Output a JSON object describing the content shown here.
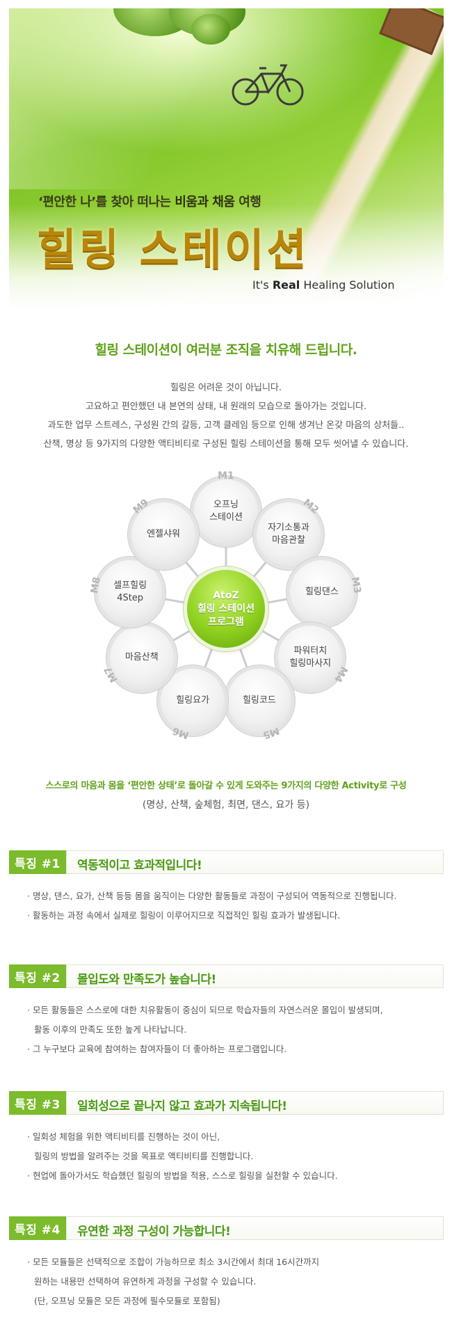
{
  "hero": {
    "subtitle_pre": "‘편안한 나’를 찾아 떠나는 ",
    "subtitle_bold": "비움과 채움",
    "subtitle_post": " 여행",
    "title": "힐링 스테이션",
    "tagline_pre": "It's ",
    "tagline_bold": "Real",
    "tagline_post": " Healing Solution"
  },
  "intro": {
    "title": "힐링 스테이션이 여러분 조직을 치유해 드립니다.",
    "lines": [
      "힐링은 어려운 것이 아닙니다.",
      "고요하고 편안했던 내 본연의 상태, 내 원래의 모습으로 돌아가는 것입니다.",
      "과도한 업무 스트레스, 구성원 간의 갈등, 고객 클레임 등으로 인해 생겨난 온갖 마음의 상처들..",
      "산책, 명상 등 9가지의 다양한 액티비티로 구성된 힐링 스테이션을 통해 모두 씻어낼 수 있습니다."
    ]
  },
  "diagram": {
    "center": "AtoZ\n힐링 스테이션\n프로그램",
    "modules": [
      {
        "code": "M1",
        "label": "오프닝\n스테이션"
      },
      {
        "code": "M2",
        "label": "자기소통과\n마음관찰"
      },
      {
        "code": "M3",
        "label": "힐링댄스"
      },
      {
        "code": "M4",
        "label": "파워터치\n힐링마사지"
      },
      {
        "code": "M5",
        "label": "힐링코드"
      },
      {
        "code": "M6",
        "label": "힐링요가"
      },
      {
        "code": "M7",
        "label": "마음산책"
      },
      {
        "code": "M8",
        "label": "셀프힐링\n4Step"
      },
      {
        "code": "M9",
        "label": "엔젤샤워"
      }
    ]
  },
  "summary": {
    "line1": "스스로의 마음과 몸을 ‘편안한 상태’로 돌아갈 수 있게 도와주는 9가지의 다양한 Activity로 구성",
    "line2": "(명상, 산책, 숲체험, 최면, 댄스, 요가 등)"
  },
  "features": [
    {
      "badge": "특징 #1",
      "title": "역동적이고 효과적입니다!",
      "lines": [
        {
          "text": "· 명상, 댄스, 요가, 산책 등등 몸을 움직이는 다양한 활동들로 과정이 구성되어 역동적으로 진행됩니다.",
          "indent": false
        },
        {
          "text": "· 활동하는 과정 속에서 실제로 힐링이 이루어지므로 직접적인 힐링 효과가 발생됩니다.",
          "indent": false
        }
      ]
    },
    {
      "badge": "특징 #2",
      "title": "몰입도와 만족도가 높습니다!",
      "lines": [
        {
          "text": "· 모든 활동들은 스스로에 대한 치유활동이 중심이 되므로 학습자들의 자연스러운 몰입이 발생되며,",
          "indent": false
        },
        {
          "text": "활동 이후의 만족도 또한 높게 나타납니다.",
          "indent": true
        },
        {
          "text": "· 그 누구보다 교육에 참여하는 참여자들이 더 좋아하는 프로그램입니다.",
          "indent": false
        }
      ]
    },
    {
      "badge": "특징 #3",
      "title": "일회성으로 끝나지 않고 효과가 지속됩니다!",
      "lines": [
        {
          "text": "· 일회성 체험을 위한 액티비티를 진행하는 것이 아닌,",
          "indent": false
        },
        {
          "text": "힐링의 방법을 알려주는 것을 목표로 액티비티를 진행합니다.",
          "indent": true
        },
        {
          "text": "· 현업에 돌아가서도 학습했던 힐링의 방법을 적용, 스스로 힐링을 실천할 수 있습니다.",
          "indent": false
        }
      ]
    },
    {
      "badge": "특징 #4",
      "title": "유연한 과정 구성이 가능합니다!",
      "lines": [
        {
          "text": "· 모든 모듈들은 선택적으로 조합이 가능하므로 최소 3시간에서 최대 16시간까지",
          "indent": false
        },
        {
          "text": "원하는 내용만 선택하여 유연하게 과정을 구성할 수 있습니다.",
          "indent": true
        },
        {
          "text": "(단, 오프닝 모듈은 모든 과정에 필수모듈로 포함됨)",
          "indent": true
        }
      ]
    }
  ],
  "colors": {
    "accent_green": "#7bbb2c",
    "title_green": "#5fa21a",
    "hero_gold": "#b8860b"
  }
}
